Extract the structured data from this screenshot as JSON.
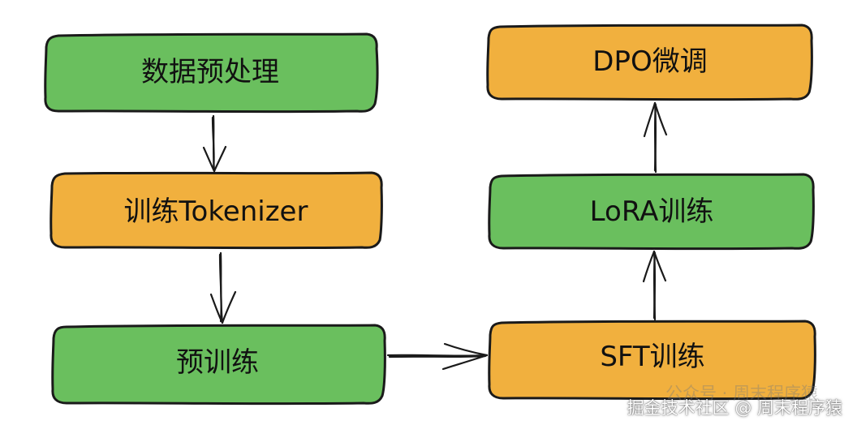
{
  "colors": {
    "green": "#6abf5e",
    "orange": "#f1b03e",
    "stroke": "#1a1a1a"
  },
  "nodes": {
    "data_preprocessing": "数据预处理",
    "train_tokenizer": "训练Tokenizer",
    "pretraining": "预训练",
    "sft_training": "SFT训练",
    "lora_training": "LoRA训练",
    "dpo_finetuning": "DPO微调"
  },
  "watermark": {
    "faint_text": "公众号 · 周末程序猿",
    "main_text": "掘金技术社区 @ 周末程序猿"
  }
}
